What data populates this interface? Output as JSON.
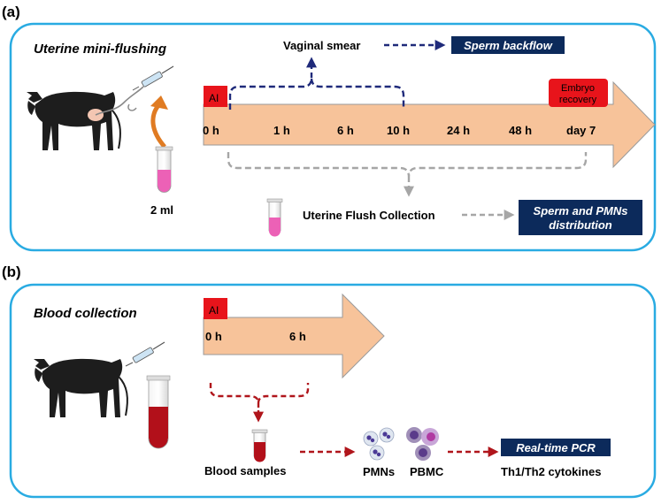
{
  "panel_a": {
    "label": "(a)",
    "title": "Uterine mini-flushing",
    "vaginal_smear": "Vaginal smear",
    "sperm_backflow": "Sperm backflow",
    "ai": "AI",
    "embryo_recovery": [
      "Embryo",
      "recovery"
    ],
    "timepoints": [
      "0 h",
      "1 h",
      "6 h",
      "10 h",
      "24 h",
      "48 h",
      "day 7"
    ],
    "volume": "2 ml",
    "flush_collection": "Uterine Flush Collection",
    "distribution": [
      "Sperm and PMNs",
      "distribution"
    ]
  },
  "panel_b": {
    "label": "(b)",
    "title": "Blood collection",
    "ai": "AI",
    "timepoints": [
      "0 h",
      "6 h"
    ],
    "blood_samples": "Blood samples",
    "pmns": "PMNs",
    "pbmc": "PBMC",
    "realtime_pcr": "Real-time PCR",
    "cytokines": "Th1/Th2 cytokines"
  },
  "colors": {
    "panel_border": "#29abe2",
    "arrow_fill": "#f7c39a",
    "arrow_stroke": "#9a9a9a",
    "red_box": "#e8141b",
    "navy_box": "#0c2a5b",
    "navy_dash": "#1f2a7a",
    "grey_dash": "#a6a6a6",
    "red_dash": "#b0151b",
    "orange_arrow": "#e07b22",
    "pink": "#ec61b6",
    "blood": "#b2101a"
  }
}
